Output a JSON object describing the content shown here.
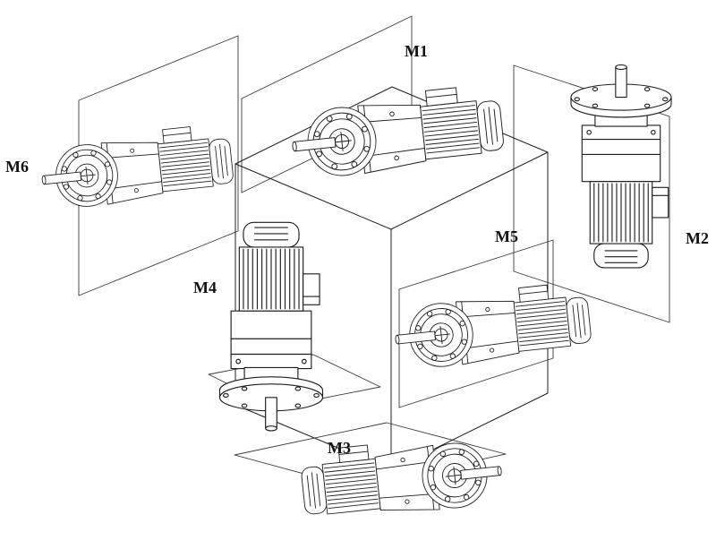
{
  "figure": {
    "background": "#ffffff",
    "line_color": "#1e1e1e",
    "label_color": "#111111"
  },
  "labels": {
    "m1": "M1",
    "m2": "M2",
    "m3": "M3",
    "m4": "M4",
    "m5": "M5",
    "m6": "M6"
  }
}
